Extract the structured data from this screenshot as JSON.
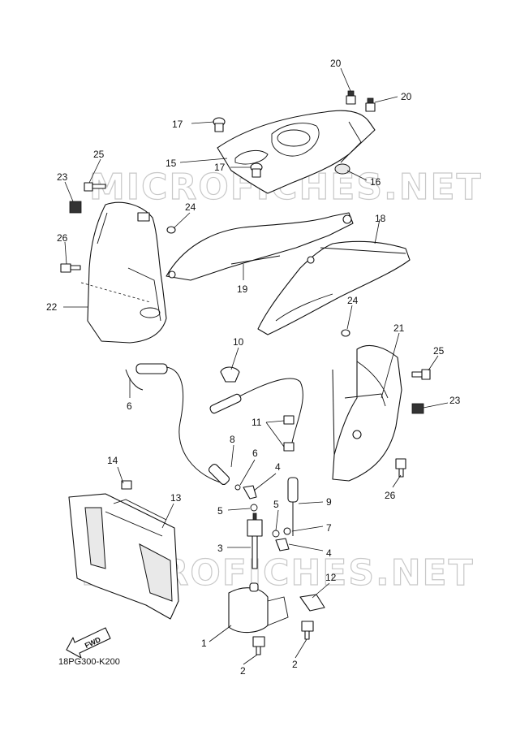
{
  "watermark": "MICROFICHES.NET",
  "diagram_code": "18PG300-K200",
  "fwd_label": "FWD",
  "callouts": {
    "c20a": "20",
    "c20b": "20",
    "c17a": "17",
    "c17b": "17",
    "c15": "15",
    "c16": "16",
    "c25a": "25",
    "c23a": "23",
    "c24a": "24",
    "c26a": "26",
    "c22": "22",
    "c18": "18",
    "c19": "19",
    "c24b": "24",
    "c21": "21",
    "c25b": "25",
    "c23b": "23",
    "c26b": "26",
    "c10": "10",
    "c6a": "6",
    "c11": "11",
    "c8": "8",
    "c6b": "6",
    "c4a": "4",
    "c14": "14",
    "c13": "13",
    "c5a": "5",
    "c5b": "5",
    "c9": "9",
    "c7": "7",
    "c3": "3",
    "c4b": "4",
    "c12": "12",
    "c1": "1",
    "c2a": "2",
    "c2b": "2"
  }
}
